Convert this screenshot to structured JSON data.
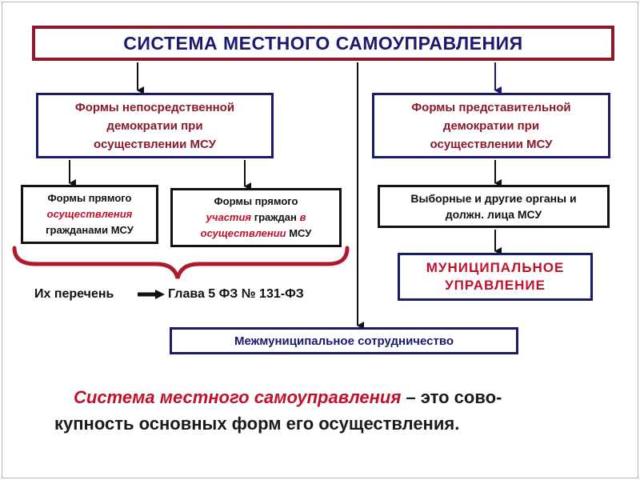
{
  "title": "СИСТЕМА МЕСТНОГО САМОУПРАВЛЕНИЯ",
  "direct_forms": [
    "Формы непосредственной",
    "демократии при",
    "осуществлении МСУ"
  ],
  "representative_forms": [
    "Формы представительной",
    "демократии при",
    "осуществлении МСУ"
  ],
  "direct_exercise": {
    "line1": "Формы прямого",
    "line2": "осуществления",
    "line3": "гражданами МСУ"
  },
  "direct_participation": {
    "line1": "Формы прямого",
    "line2_red": "участия",
    "line2_rest": " граждан ",
    "line2_red2": "в",
    "line3_red": "осуществлении",
    "line3_rest": " МСУ"
  },
  "elected_bodies": [
    "Выборные и другие органы и",
    "должн. лица МСУ"
  ],
  "municipal_management": [
    "МУНИЦИПАЛЬНОЕ",
    "УПРАВЛЕНИЕ"
  ],
  "list_label": "Их перечень",
  "chapter_ref": "Глава 5 ФЗ № 131-ФЗ",
  "inter_municipal": "Межмуниципальное сотрудничество",
  "definition": {
    "term": "Система местного самоуправления",
    "rest": " – это сово-",
    "line2": "купность основных форм его осуществления."
  },
  "colors": {
    "title_border": "#8a1a2a",
    "navy": "#1a1a6e",
    "accent_red": "#c0102a"
  }
}
